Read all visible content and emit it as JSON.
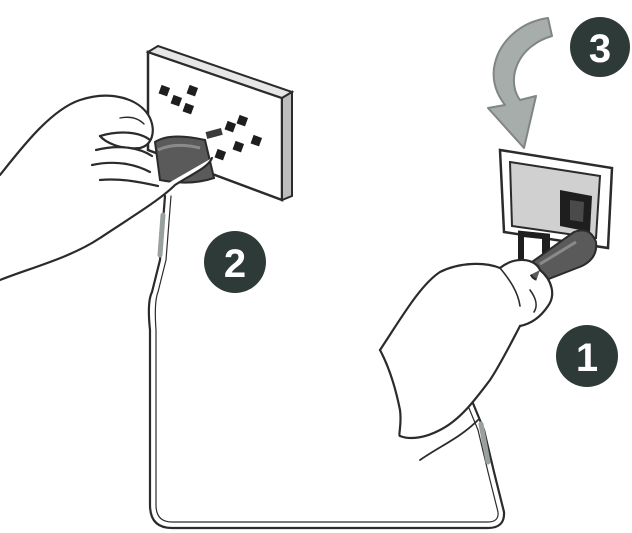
{
  "steps": [
    {
      "number": "1"
    },
    {
      "number": "2"
    },
    {
      "number": "3"
    }
  ],
  "colors": {
    "ink": "#2b2b2b",
    "badge": "#2e3a38",
    "badge_text": "#ffffff",
    "plug": "#555555",
    "arrow_fill": "#a7adab",
    "arrow_stroke": "#808684",
    "cable_stripe": "#9aa09e"
  },
  "icons": {
    "step1": "hand-inserting-plug-into-inlet-icon",
    "step2": "hand-inserting-plug-into-wall-socket-icon",
    "step3": "curved-rotate-arrow-icon"
  }
}
